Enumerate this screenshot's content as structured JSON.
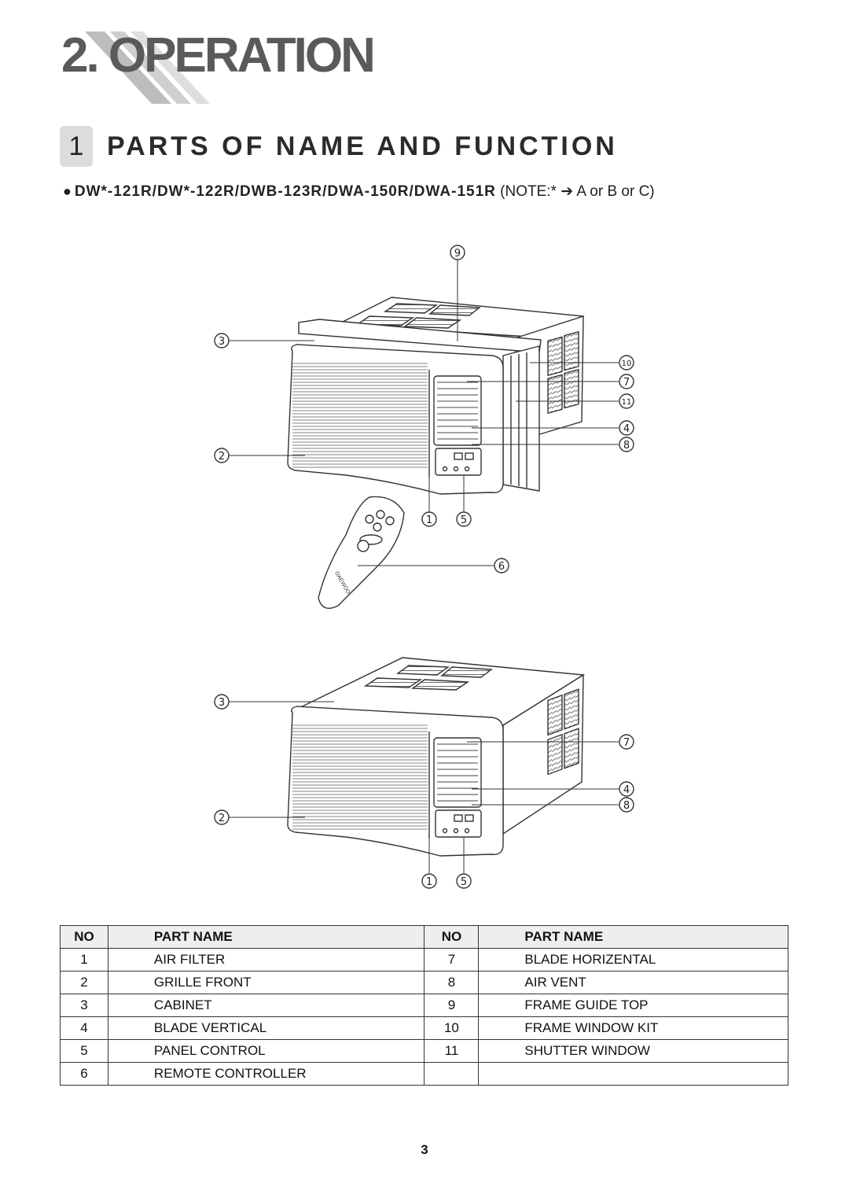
{
  "chapter": {
    "title": "2. OPERATION"
  },
  "section": {
    "number": "1",
    "title": "PARTS OF NAME AND FUNCTION"
  },
  "models": {
    "bullet": "●",
    "list": "DW*-121R/DW*-122R/DWB-123R/DWA-150R/DWA-151R",
    "note": " (NOTE:* ➔ A or B or C)"
  },
  "figure_top": {
    "callouts": {
      "c1": "1",
      "c2": "2",
      "c3": "3",
      "c4": "4",
      "c5": "5",
      "c6": "6",
      "c7": "7",
      "c8": "8",
      "c9": "9",
      "c10": "10",
      "c11": "11"
    },
    "remote_brand": "DAEWOO"
  },
  "figure_bottom": {
    "callouts": {
      "c1": "1",
      "c2": "2",
      "c3": "3",
      "c4": "4",
      "c5": "5",
      "c7": "7",
      "c8": "8"
    }
  },
  "parts_table": {
    "headers": {
      "no": "NO",
      "part_name": "PART NAME"
    },
    "rows": [
      {
        "left_no": "1",
        "left_name": "AIR FILTER",
        "right_no": "7",
        "right_name": "BLADE HORIZENTAL"
      },
      {
        "left_no": "2",
        "left_name": "GRILLE FRONT",
        "right_no": "8",
        "right_name": "AIR VENT"
      },
      {
        "left_no": "3",
        "left_name": "CABINET",
        "right_no": "9",
        "right_name": "FRAME GUIDE TOP"
      },
      {
        "left_no": "4",
        "left_name": "BLADE VERTICAL",
        "right_no": "10",
        "right_name": "FRAME WINDOW KIT"
      },
      {
        "left_no": "5",
        "left_name": "PANEL CONTROL",
        "right_no": "11",
        "right_name": "SHUTTER WINDOW"
      },
      {
        "left_no": "6",
        "left_name": "REMOTE CONTROLLER",
        "right_no": "",
        "right_name": ""
      }
    ]
  },
  "page": {
    "number": "3"
  }
}
